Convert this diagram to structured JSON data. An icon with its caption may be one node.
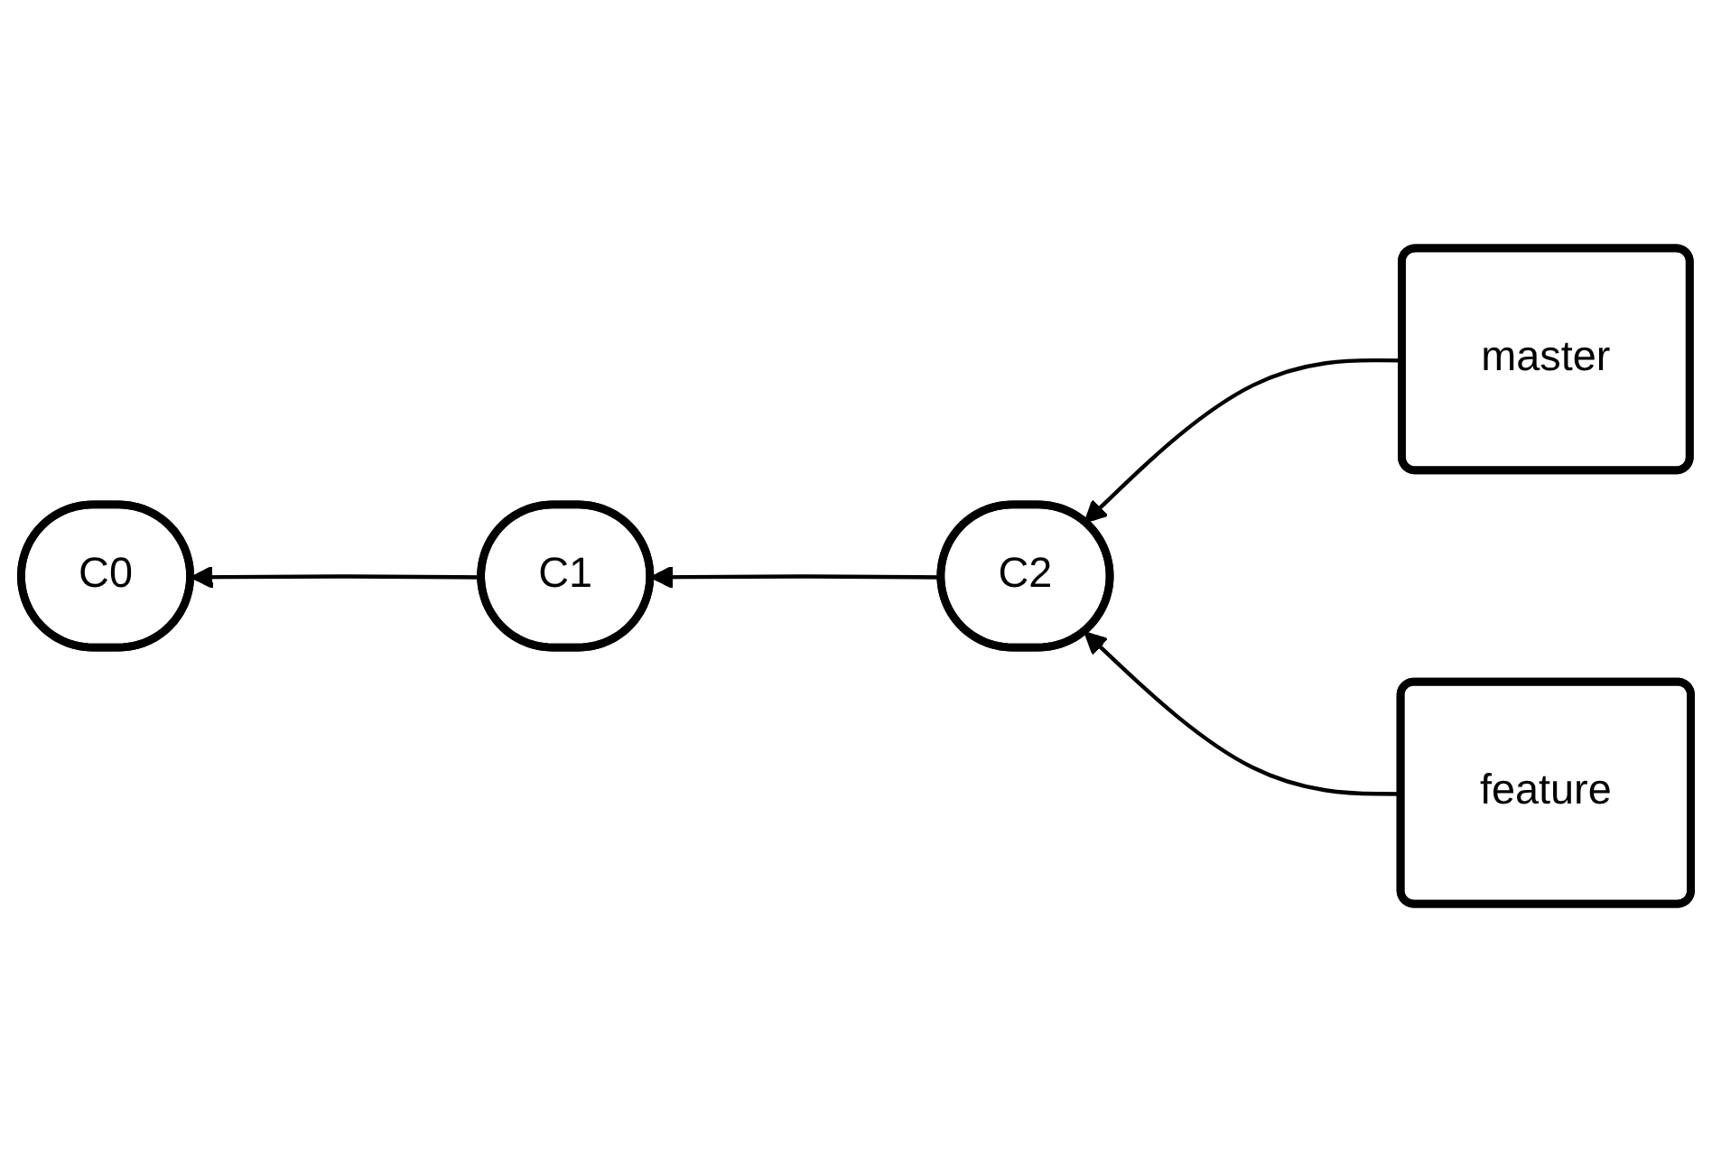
{
  "diagram": {
    "nodes": [
      {
        "text": [
          "master"
        ]
      },
      {
        "text": [
          "C0"
        ]
      },
      {
        "text": [
          "C1"
        ]
      },
      {
        "text": [
          "C2"
        ]
      },
      {
        "text": [
          "feature"
        ]
      }
    ],
    "edges": [
      {
        "from": 0,
        "to": 3,
        "arrow": "to"
      },
      {
        "from": 3,
        "to": 2,
        "arrow": "to"
      },
      {
        "from": 2,
        "to": 1,
        "arrow": "to"
      },
      {
        "from": 4,
        "to": 3,
        "arrow": "to"
      }
    ]
  }
}
